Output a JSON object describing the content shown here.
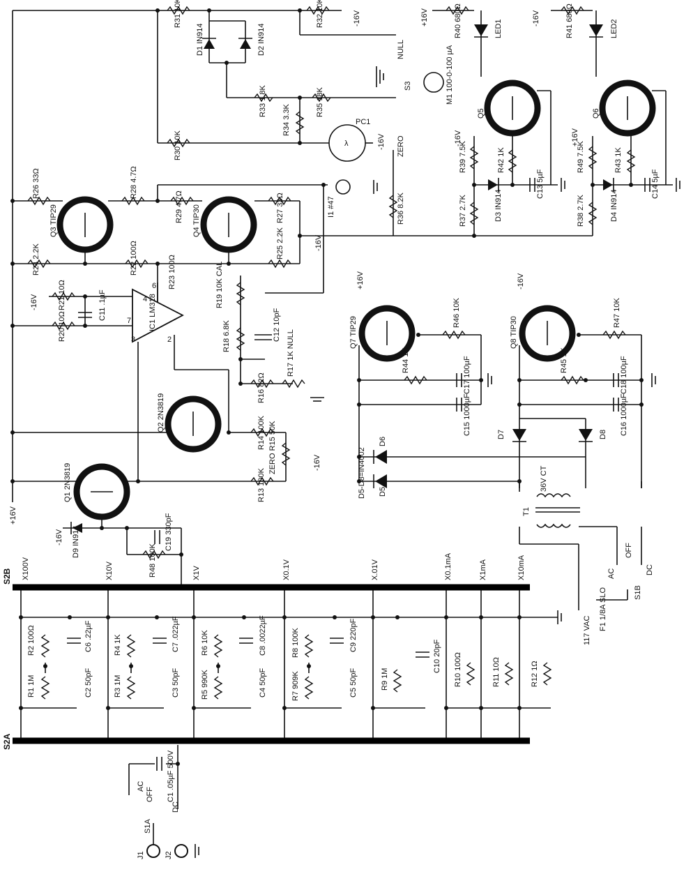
{
  "colors": {
    "ink": "#111111",
    "paper": "#ffffff"
  },
  "resistors": [
    {
      "ref": "R31",
      "val": "10K"
    },
    {
      "ref": "R32",
      "val": "10K"
    },
    {
      "ref": "R33",
      "val": "1.8K"
    },
    {
      "ref": "R35",
      "val": "18K"
    },
    {
      "ref": "R30",
      "val": "10K"
    },
    {
      "ref": "R34",
      "val": "3.3K"
    },
    {
      "ref": "R26",
      "val": "33Ω"
    },
    {
      "ref": "R28",
      "val": "4.7Ω"
    },
    {
      "ref": "R29",
      "val": "4.7Ω"
    },
    {
      "ref": "R27",
      "val": "33Ω"
    },
    {
      "ref": "R24",
      "val": "2.2K"
    },
    {
      "ref": "R22",
      "val": "100Ω"
    },
    {
      "ref": "R25",
      "val": "2.2K"
    },
    {
      "ref": "R23",
      "val": "100Ω"
    },
    {
      "ref": "R21",
      "val": "10Ω"
    },
    {
      "ref": "R20",
      "val": "10Ω"
    },
    {
      "ref": "R19",
      "val": "10K",
      "note": "CAL"
    },
    {
      "ref": "R18",
      "val": "6.8K"
    },
    {
      "ref": "R16",
      "val": "82Ω"
    },
    {
      "ref": "R17",
      "val": "1K",
      "note": "NULL"
    },
    {
      "ref": "R14",
      "val": "100K"
    },
    {
      "ref": "R15",
      "val": "50K",
      "note": "ZERO"
    },
    {
      "ref": "R13",
      "val": "100K"
    },
    {
      "ref": "R48",
      "val": "100K"
    },
    {
      "ref": "R36",
      "val": "8.2K"
    },
    {
      "ref": "R40",
      "val": "680Ω"
    },
    {
      "ref": "R41",
      "val": "680Ω"
    },
    {
      "ref": "R39",
      "val": "7.5K"
    },
    {
      "ref": "R42",
      "val": "1K"
    },
    {
      "ref": "R37",
      "val": "2.7K"
    },
    {
      "ref": "R49",
      "val": "7.5K"
    },
    {
      "ref": "R43",
      "val": "1K"
    },
    {
      "ref": "R38",
      "val": "2.7K"
    },
    {
      "ref": "R46",
      "val": "10K"
    },
    {
      "ref": "R44",
      "val": "1K"
    },
    {
      "ref": "R47",
      "val": "10K"
    },
    {
      "ref": "R45",
      "val": "1K"
    }
  ],
  "diodes": [
    {
      "ref": "D1",
      "val": "IN914"
    },
    {
      "ref": "D2",
      "val": "IN914"
    },
    {
      "ref": "D3",
      "val": "IN914"
    },
    {
      "ref": "D4",
      "val": "IN914"
    },
    {
      "ref": "D9",
      "val": "IN914"
    },
    {
      "ref": "D5"
    },
    {
      "ref": "D6"
    },
    {
      "ref": "D7"
    },
    {
      "ref": "D8"
    }
  ],
  "diode_note": "D5-D8=IN4002",
  "leds": [
    "LED1",
    "LED2"
  ],
  "transistors": [
    {
      "ref": "Q1",
      "val": "2N3819"
    },
    {
      "ref": "Q2",
      "val": "2N3819"
    },
    {
      "ref": "Q3",
      "val": "TIP29"
    },
    {
      "ref": "Q4",
      "val": "TIP30"
    },
    {
      "ref": "Q5"
    },
    {
      "ref": "Q6"
    },
    {
      "ref": "Q7",
      "val": "TIP29"
    },
    {
      "ref": "Q8",
      "val": "TIP30"
    }
  ],
  "ic": {
    "ref": "IC1",
    "val": "LM318",
    "pins": [
      "4",
      "6",
      "7",
      "3",
      "2"
    ]
  },
  "capacitors_top": [
    {
      "ref": "C11",
      "val": ".1µF"
    },
    {
      "ref": "C12",
      "val": "10pF"
    },
    {
      "ref": "C19",
      "val": "330pF"
    },
    {
      "ref": "C13",
      "val": "5µF"
    },
    {
      "ref": "C14",
      "val": "5µF"
    },
    {
      "ref": "C17",
      "val": "100µF"
    },
    {
      "ref": "C15",
      "val": "1000µF"
    },
    {
      "ref": "C18",
      "val": "100µF"
    },
    {
      "ref": "C16",
      "val": "1000µF"
    },
    {
      "ref": "C1",
      "val": ".05µF 500V"
    }
  ],
  "meter": {
    "ref": "M1",
    "range": "100-0-100",
    "unit": "µA"
  },
  "misc": {
    "pc": "PC1",
    "lamp": "I1",
    "lamp_val": "#47",
    "switch3": "S3",
    "null_lbl": "NULL",
    "zero_lbl": "ZERO",
    "lambda": "λ"
  },
  "rails": {
    "pos": "+16V",
    "neg": "-16V"
  },
  "bus_top": {
    "name": "S2B",
    "taps": [
      "X100V",
      "X10V",
      "X1V",
      "X0.1V",
      "X.01V",
      "X0.1mA",
      "X1mA",
      "X10mA"
    ]
  },
  "bus_bottom": {
    "name": "S2A"
  },
  "divider": [
    {
      "ref": "R2",
      "val": "100Ω",
      "cref": "C6",
      "cval": ".22µF",
      "bref": "R1",
      "bval": "1M",
      "tref": "C2",
      "tval": "50pF"
    },
    {
      "ref": "R4",
      "val": "1K",
      "cref": "C7",
      "cval": ".022µF",
      "bref": "R3",
      "bval": "1M",
      "tref": "C3",
      "tval": "50pF"
    },
    {
      "ref": "R6",
      "val": "10K",
      "cref": "C8",
      "cval": ".0022µF",
      "bref": "R5",
      "bval": "990K",
      "tref": "C4",
      "tval": "50pF"
    },
    {
      "ref": "R8",
      "val": "100K",
      "cref": "C9",
      "cval": "220pF",
      "bref": "R7",
      "bval": "909K",
      "tref": "C5",
      "tval": "50pF"
    },
    {
      "ref": "R9",
      "val": "1M",
      "cref": "C10",
      "cval": "20pF"
    },
    {
      "ref": "R10",
      "val": "100Ω"
    },
    {
      "ref": "R11",
      "val": "10Ω"
    },
    {
      "ref": "R12",
      "val": "1Ω"
    }
  ],
  "power": {
    "transformer": "T1",
    "secondary": "36V CT",
    "fuse": "F1",
    "fuse_val": "1/8A SLO",
    "mains": "117 VAC",
    "switch": "S1B",
    "pos": [
      "AC",
      "OFF",
      "DC"
    ]
  },
  "input": {
    "switch": "S1A",
    "pos": [
      "AC",
      "OFF",
      "DC"
    ],
    "jacks": [
      "J1",
      "J2"
    ]
  }
}
